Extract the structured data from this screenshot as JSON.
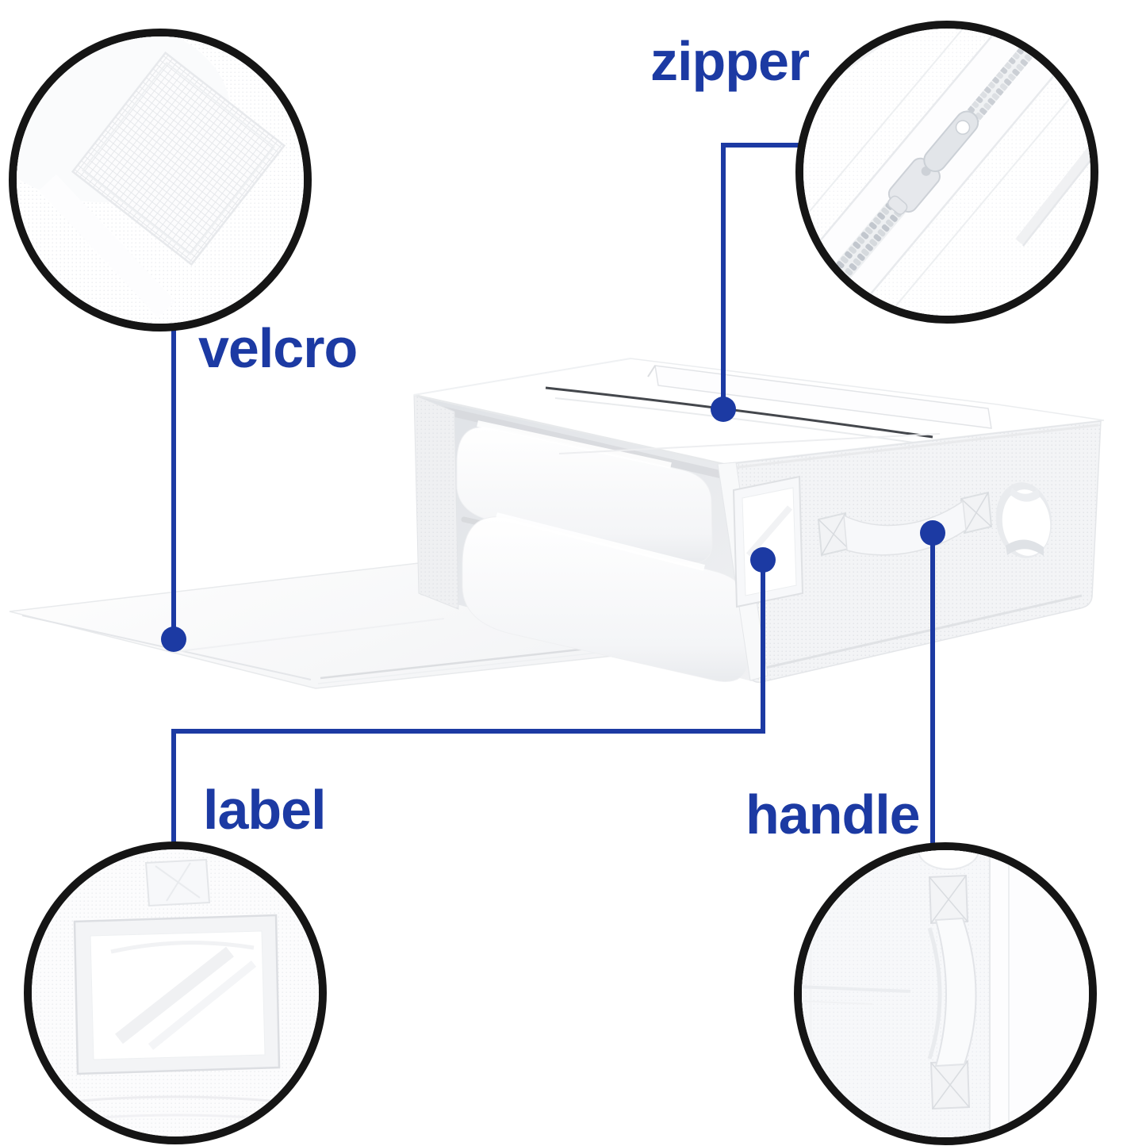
{
  "style": {
    "accent_color": "#1c3aa3",
    "ring_color": "#151515",
    "background_color": "#ffffff",
    "product_color": "#ffffff"
  },
  "callouts": {
    "zipper": {
      "label": "zipper"
    },
    "velcro": {
      "label": "velcro"
    },
    "label": {
      "label": "label"
    },
    "handle": {
      "label": "handle"
    }
  }
}
